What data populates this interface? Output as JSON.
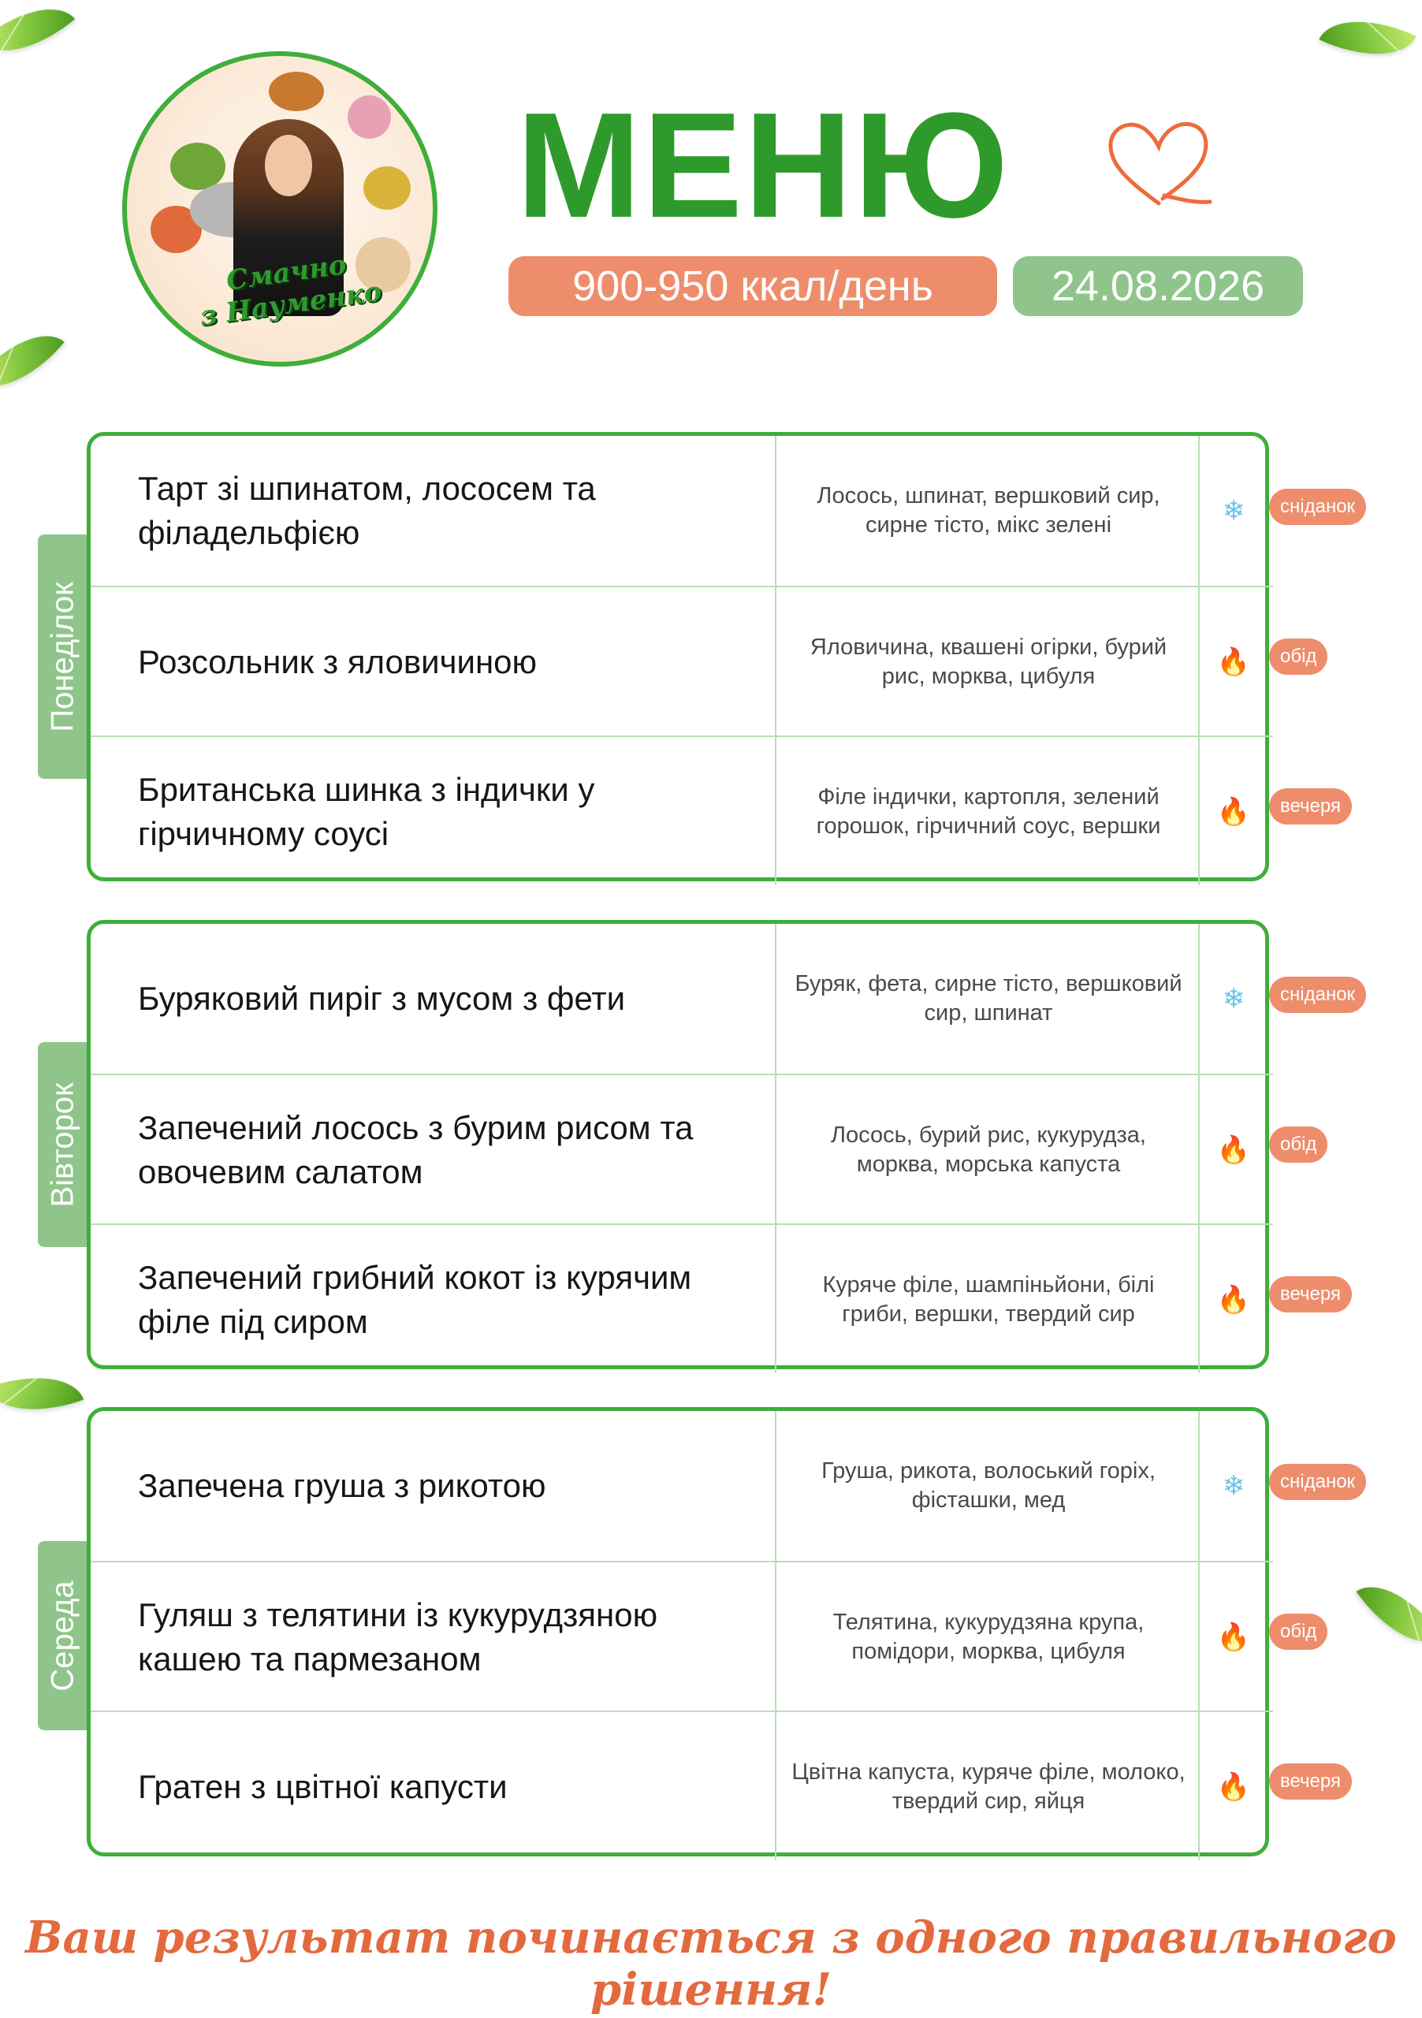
{
  "logo": {
    "text_line1": "Смачно",
    "text_line2": "з Науменко"
  },
  "header": {
    "title": "МЕНЮ",
    "kcal": "900-950 ккал/день",
    "date": "24.08.2026"
  },
  "icons": {
    "cold": "snowflake-icon",
    "hot": "fire-icon",
    "heart": "heart-icon"
  },
  "colors": {
    "green": "#3fae3a",
    "sage": "#8fc58a",
    "coral": "#ee8d6c",
    "footer": "#e36a3e"
  },
  "days": [
    {
      "name": "Понеділок",
      "meals": [
        {
          "dish": "Тарт зі шпинатом, лососем та філадельфією",
          "ingredients": "Лосось, шпинат, вершковий сир, сирне тісто, мікс зелені",
          "icon": "snowflake",
          "meal": "сніданок"
        },
        {
          "dish": "Розсольник з яловичиною",
          "ingredients": "Яловичина, квашені огірки, бурий рис, морква, цибуля",
          "icon": "fire",
          "meal": "обід"
        },
        {
          "dish": "Британська шинка з індички у гірчичному соусі",
          "ingredients": "Філе індички, картопля, зелений горошок, гірчичний соус, вершки",
          "icon": "fire",
          "meal": "вечеря"
        }
      ]
    },
    {
      "name": "Вівторок",
      "meals": [
        {
          "dish": "Буряковий пиріг з мусом з фети",
          "ingredients": "Буряк, фета, сирне тісто, вершковий сир, шпинат",
          "icon": "snowflake",
          "meal": "сніданок"
        },
        {
          "dish": "Запечений лосось з бурим рисом та овочевим салатом",
          "ingredients": "Лосось, бурий рис, кукурудза, морква, морська капуста",
          "icon": "fire",
          "meal": "обід"
        },
        {
          "dish": "Запечений грибний кокот із курячим філе під сиром",
          "ingredients": "Куряче філе, шампіньйони, білі гриби, вершки, твердий сир",
          "icon": "fire",
          "meal": "вечеря"
        }
      ]
    },
    {
      "name": "Середа",
      "meals": [
        {
          "dish": "Запечена груша з рикотою",
          "ingredients": "Груша, рикота, волоський горіх, фісташки, мед",
          "icon": "snowflake",
          "meal": "сніданок"
        },
        {
          "dish": "Гуляш з телятини із кукурудзяною кашею та пармезаном",
          "ingredients": "Телятина, кукурудзяна крупа, помідори, морква, цибуля",
          "icon": "fire",
          "meal": "обід"
        },
        {
          "dish": "Гратен з цвітної капусти",
          "ingredients": "Цвітна капуста, куряче філе, молоко, твердий сир, яйця",
          "icon": "fire",
          "meal": "вечеря"
        }
      ]
    }
  ],
  "footer": "Ваш результат починається з одного правильного рішення!"
}
